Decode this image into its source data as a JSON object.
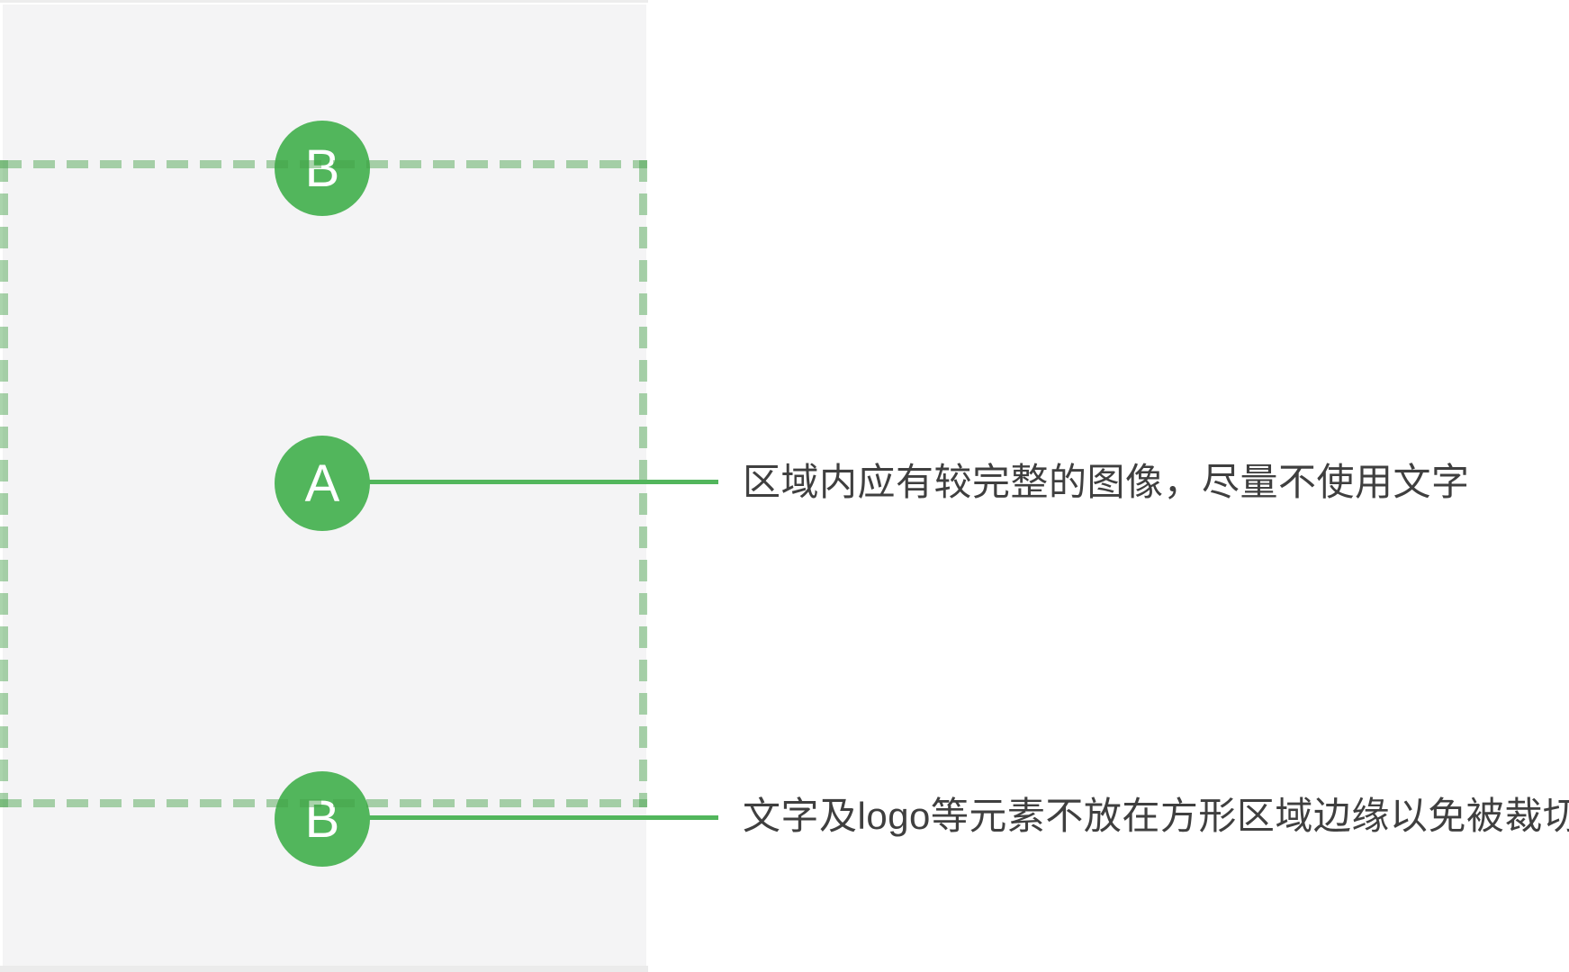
{
  "diagram": {
    "panel": {
      "description_name": "image-area-panel"
    },
    "markers": {
      "top": {
        "label": "B"
      },
      "middle": {
        "label": "A"
      },
      "bottom": {
        "label": "B"
      }
    },
    "annotations": {
      "middle": "区域内应有较完整的图像，尽量不使用文字",
      "bottom": "文字及logo等元素不放在方形区域边缘以免被裁切"
    },
    "colors": {
      "marker_green": "#52b65c",
      "dash_green": "#a3d6a8",
      "panel_gray": "#f4f4f5",
      "annotation_text": "#3f3f3f"
    }
  }
}
